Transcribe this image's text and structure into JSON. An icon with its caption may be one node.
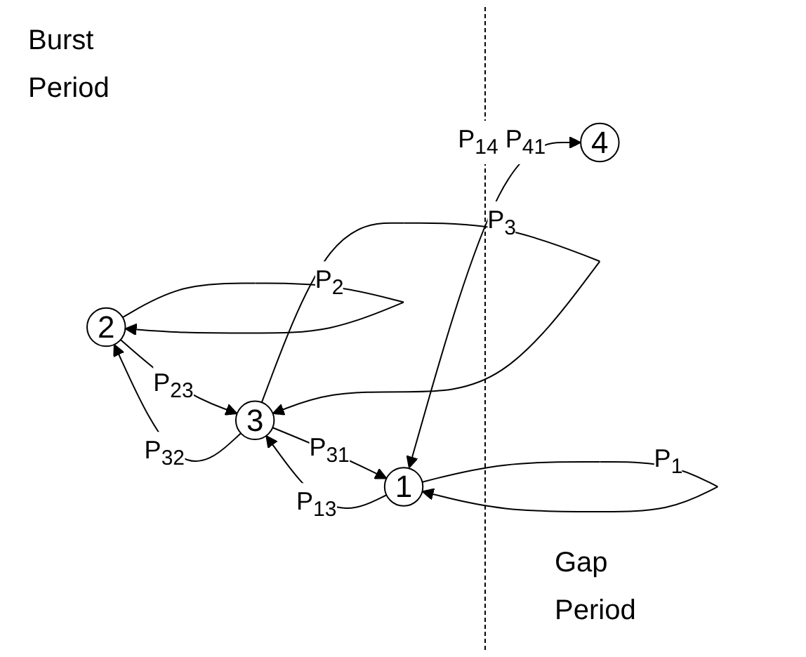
{
  "diagram": {
    "nodes": [
      {
        "text": [
          "2"
        ]
      },
      {
        "text": [
          "3"
        ]
      },
      {
        "text": [
          "1"
        ]
      },
      {
        "text": [
          "4"
        ]
      }
    ],
    "edges": [
      {
        "from": 0,
        "to": 0,
        "arrow": "to",
        "label": "P$_{2}$"
      },
      {
        "from": 1,
        "to": 0,
        "arrow": "to",
        "label": "P$_{32}$"
      },
      {
        "from": 0,
        "to": 1,
        "arrow": "to",
        "label": "P$_{23}$"
      },
      {
        "from": 1,
        "to": 1,
        "arrow": "to",
        "label": "P$_{3}$"
      },
      {
        "from": 2,
        "to": 1,
        "arrow": "to",
        "label": "P$_{13}$"
      },
      {
        "from": 1,
        "to": 2,
        "arrow": "to",
        "label": "P$_{31}$"
      },
      {
        "from": 2,
        "to": 2,
        "arrow": "to",
        "label": "P$_{1}$"
      },
      {
        "from": 2,
        "to": 3,
        "arrow": "both",
        "label": "P$_{14}$ P$_{41}$"
      }
    ],
    "labels": [
      "Burst Period",
      "Gap Period"
    ]
  }
}
